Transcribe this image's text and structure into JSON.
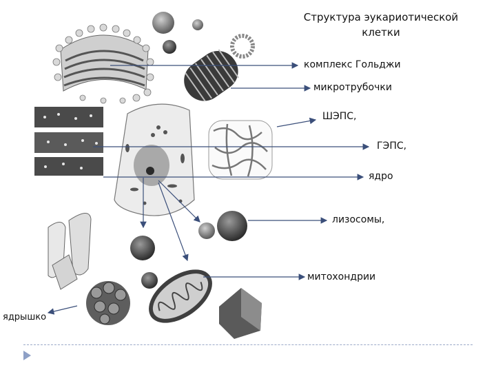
{
  "slide": {
    "title_line1": "Структура эукариотической",
    "title_line2": "клетки"
  },
  "labels": {
    "golgi": "комплекс Гольджи",
    "microtubules": "микротрубочки",
    "rough_er": "ШЭПС,",
    "smooth_er": "ГЭПС,",
    "nucleus": "ядро",
    "lysosomes": "лизосомы,",
    "mitochondria": "митохондрии",
    "nucleolus": "ядрышко"
  },
  "colors": {
    "arrow": "#3b4f7a",
    "bullet": "#8ea0c6",
    "organelle_dark": "#3a3a3a",
    "organelle_mid": "#8a8a8a",
    "organelle_light": "#d8d8d8"
  },
  "icons": {
    "bullet": "triangle-bullet-icon"
  }
}
